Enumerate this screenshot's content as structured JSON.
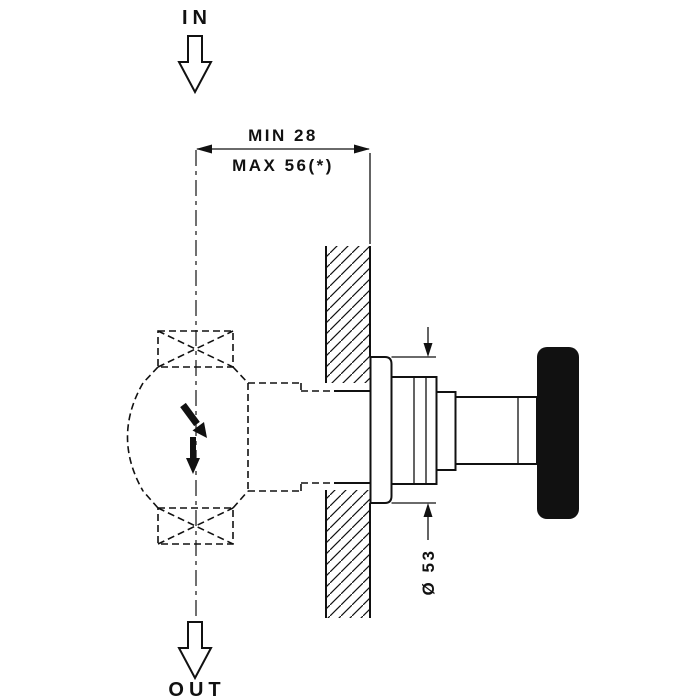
{
  "colors": {
    "background": "#ffffff",
    "line": "#111111"
  },
  "annotations": {
    "inlet_label": "IN",
    "outlet_label": "OUT",
    "min_dimension_label": "MIN 28",
    "max_dimension_label": "MAX 56(*)",
    "diameter_label": "Ø 53"
  }
}
